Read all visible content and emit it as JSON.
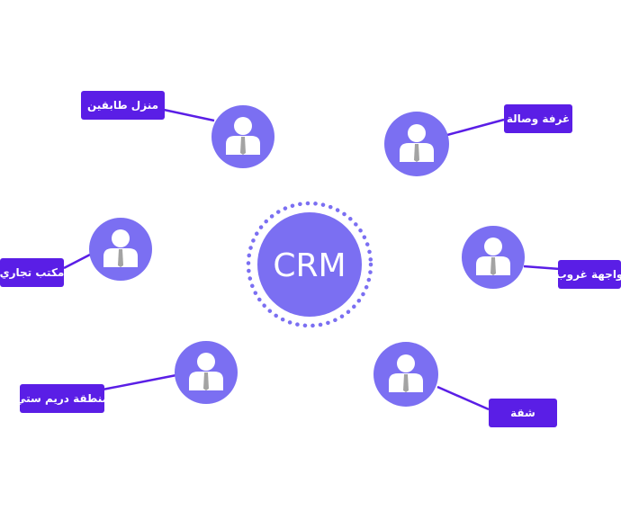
{
  "center": {
    "label": "CRM"
  },
  "nodes": [
    {
      "id": "top-left",
      "label": "منزل طابقين"
    },
    {
      "id": "top-right",
      "label": "غرفة وصالة"
    },
    {
      "id": "mid-left",
      "label": "مكتب تجاري"
    },
    {
      "id": "mid-right",
      "label": "واجهة غروب"
    },
    {
      "id": "bottom-left",
      "label": "منطقة دريم ستي"
    },
    {
      "id": "bottom-right",
      "label": "شقة"
    }
  ],
  "colors": {
    "node_fill": "#7b6ff2",
    "tag_fill": "#5a1ee6",
    "connector": "#5a1ee6",
    "dots": "#7b6ff2",
    "icon_tie": "#a3a3a3"
  }
}
